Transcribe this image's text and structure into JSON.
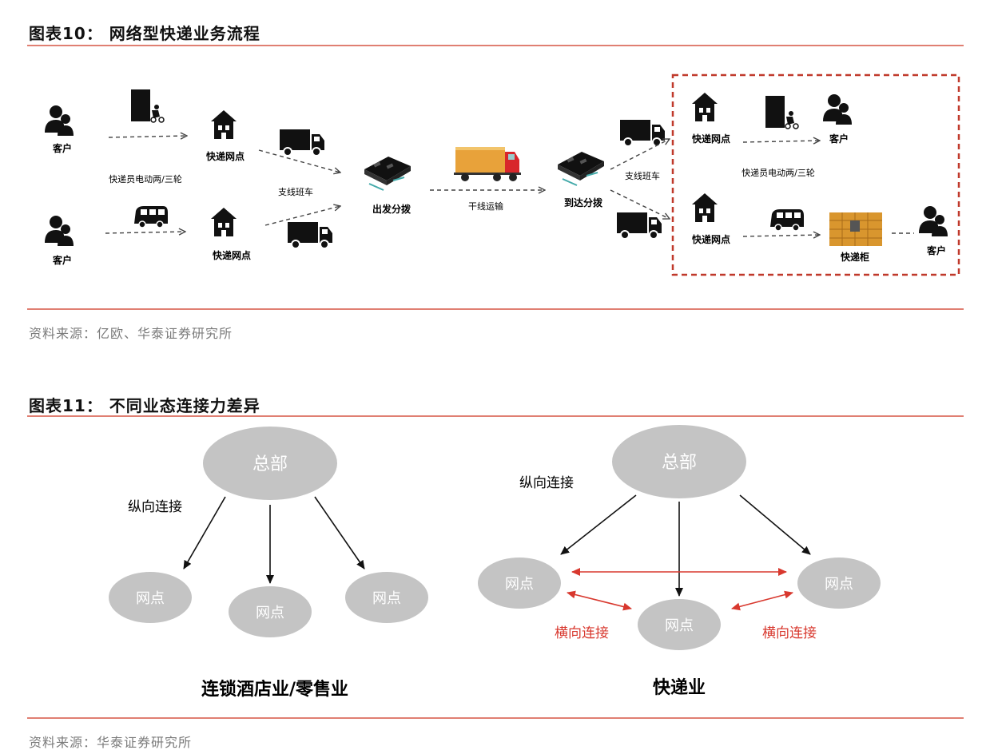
{
  "fig10": {
    "title": "图表10：  网络型快递业务流程",
    "source": "资料来源：亿欧、华泰证券研究所",
    "labels": {
      "customer_top": "客户",
      "customer_bottom": "客户",
      "courier_vehicle": "快递员电动两/三轮",
      "outlet_top": "快递网点",
      "outlet_bottom": "快递网点",
      "branch_truck": "支线班车",
      "depart_sort": "出发分拨",
      "trunk_transport": "干线运输",
      "arrive_sort": "到达分拨",
      "branch_truck_right": "支线班车",
      "outlet_right_top": "快递网点",
      "customer_right_top": "客户",
      "courier_vehicle_right": "快递员电动两/三轮",
      "outlet_right_bottom": "快递网点",
      "locker": "快递柜",
      "customer_right_bottom": "客户"
    }
  },
  "fig11": {
    "title": "图表11：  不同业态连接力差异",
    "source": "资料来源：华泰证券研究所",
    "left": {
      "hq": "总部",
      "vertical": "纵向连接",
      "node1": "网点",
      "node2": "网点",
      "node3": "网点",
      "caption": "连锁酒店业/零售业"
    },
    "right": {
      "hq": "总部",
      "vertical": "纵向连接",
      "node1": "网点",
      "node2": "网点",
      "node3": "网点",
      "horizontal_left": "横向连接",
      "horizontal_right": "横向连接",
      "caption": "快递业"
    },
    "colors": {
      "node_fill": "#c4c4c4",
      "horizontal_arrow": "#d8382e",
      "dashed_box": "#c0392b"
    }
  }
}
